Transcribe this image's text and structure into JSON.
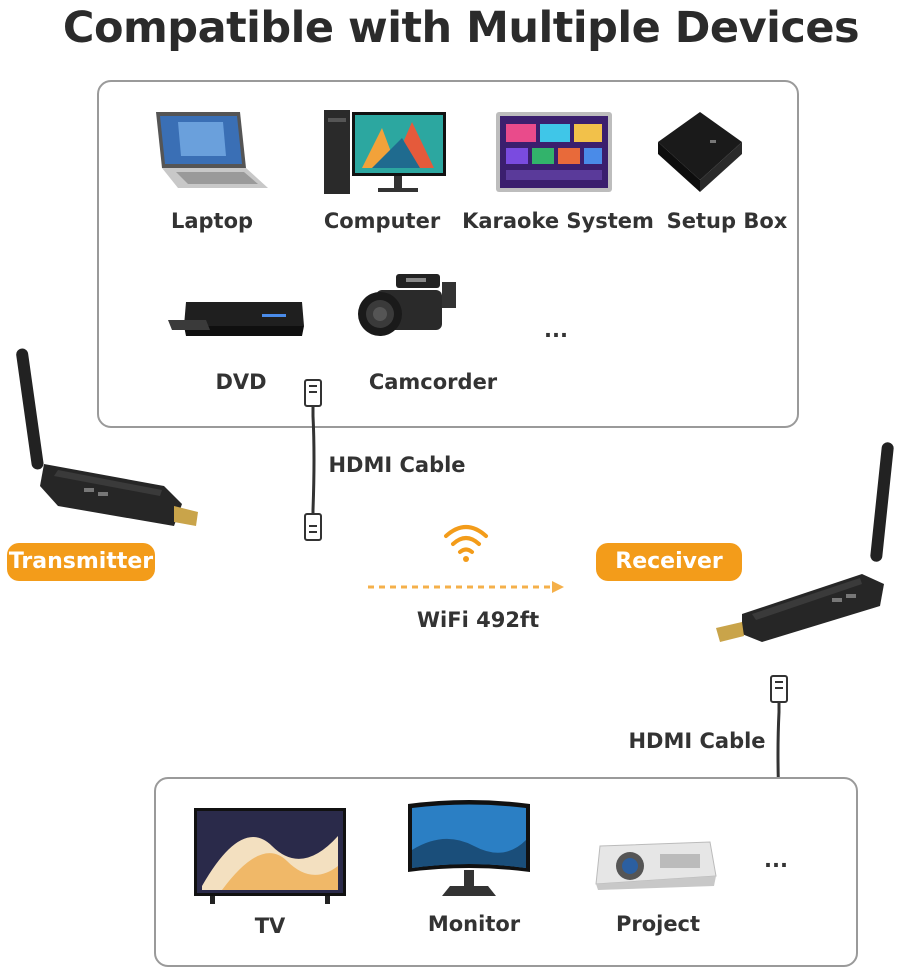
{
  "title": "Compatible with Multiple Devices",
  "sources": {
    "items": [
      {
        "label": "Laptop",
        "icon": "laptop-icon"
      },
      {
        "label": "Computer",
        "icon": "desktop-computer-icon"
      },
      {
        "label": "Karaoke System",
        "icon": "karaoke-screen-icon"
      },
      {
        "label": "Setup Box",
        "icon": "set-top-box-icon"
      },
      {
        "label": "DVD",
        "icon": "dvd-player-icon"
      },
      {
        "label": "Camcorder",
        "icon": "camcorder-icon"
      }
    ],
    "more": "..."
  },
  "link": {
    "cable_top": "HDMI Cable",
    "cable_bottom": "HDMI Cable",
    "wifi": "WiFi 492ft",
    "transmitter": "Transmitter",
    "receiver": "Receiver"
  },
  "displays": {
    "items": [
      {
        "label": "TV",
        "icon": "tv-icon"
      },
      {
        "label": "Monitor",
        "icon": "monitor-icon"
      },
      {
        "label": "Project",
        "icon": "projector-icon"
      }
    ],
    "more": "..."
  },
  "colors": {
    "accent": "#f39c1a",
    "border": "#9a9a9a",
    "text": "#333333"
  }
}
